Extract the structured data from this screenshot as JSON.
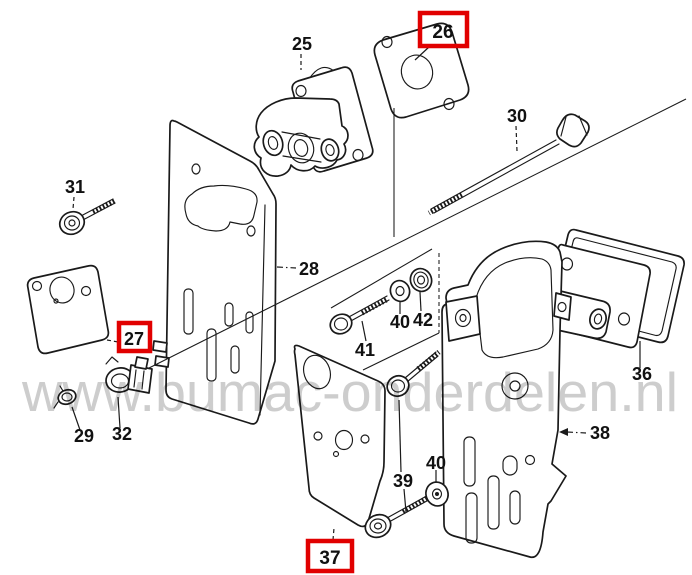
{
  "watermark": {
    "text": "www.bumac-onderdelen.nl",
    "color": "#c4c4c4"
  },
  "colors": {
    "background": "#ffffff",
    "line_art": "#1a1a1a",
    "highlight_box": "#e10000",
    "label_text": "#111111"
  },
  "diagram": {
    "kind": "exploded-parts-diagram",
    "highlighted_parts": [
      "26",
      "27",
      "37"
    ],
    "labels": [
      {
        "part": "25",
        "text": "25",
        "highlighted": false
      },
      {
        "part": "26",
        "text": "26",
        "highlighted": true
      },
      {
        "part": "27",
        "text": "27",
        "highlighted": true
      },
      {
        "part": "28",
        "text": "28",
        "highlighted": false
      },
      {
        "part": "29",
        "text": "29",
        "highlighted": false
      },
      {
        "part": "30",
        "text": "30",
        "highlighted": false
      },
      {
        "part": "31",
        "text": "31",
        "highlighted": false
      },
      {
        "part": "32",
        "text": "32",
        "highlighted": false
      },
      {
        "part": "36",
        "text": "36",
        "highlighted": false
      },
      {
        "part": "37",
        "text": "37",
        "highlighted": true
      },
      {
        "part": "38",
        "text": "38",
        "highlighted": false
      },
      {
        "part": "39",
        "text": "39",
        "highlighted": false
      },
      {
        "part": "40",
        "text": "40",
        "highlighted": false,
        "occurrence": 1
      },
      {
        "part": "40",
        "text": "40",
        "highlighted": false,
        "occurrence": 2
      },
      {
        "part": "41",
        "text": "41",
        "highlighted": false
      },
      {
        "part": "42",
        "text": "42",
        "highlighted": false
      }
    ]
  }
}
